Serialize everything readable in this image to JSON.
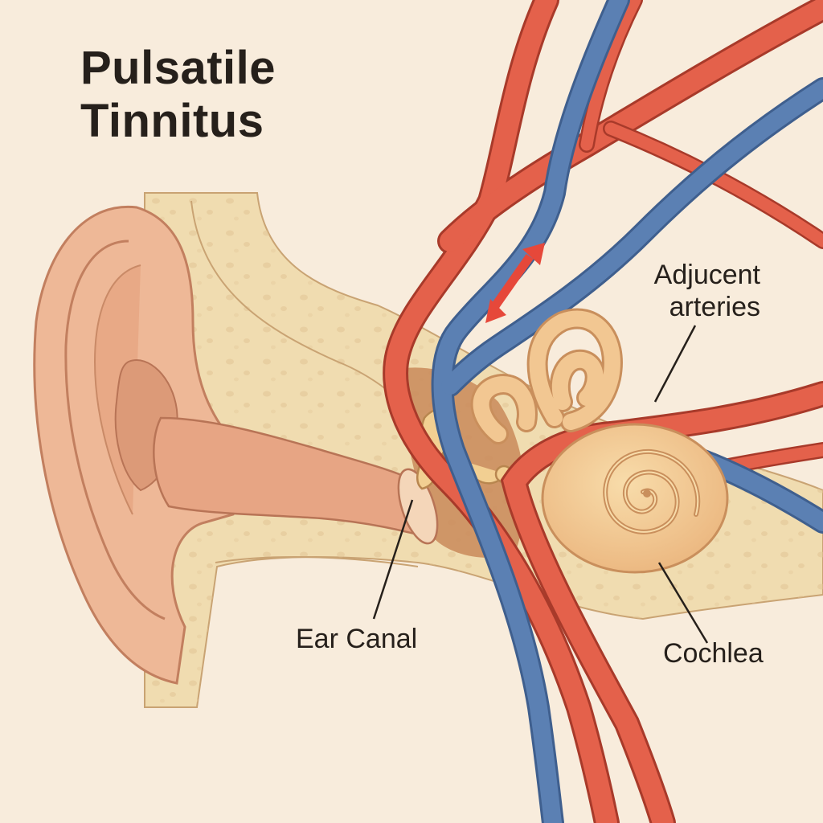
{
  "title": {
    "line1": "Pulsatile",
    "line2": "Tinnitus"
  },
  "labels": {
    "adjacent_arteries": [
      "Adjucent",
      "arteries"
    ],
    "ear_canal": "Ear Canal",
    "cochlea": "Cochlea"
  },
  "colors": {
    "background": "#f8ecdc",
    "artery": "#e4614b",
    "vein": "#5b80b3",
    "bone": "#f0dcb0",
    "skin": "#eeb897",
    "inner_ear": "#f2c792",
    "pulse_arrow": "#e6483a"
  }
}
